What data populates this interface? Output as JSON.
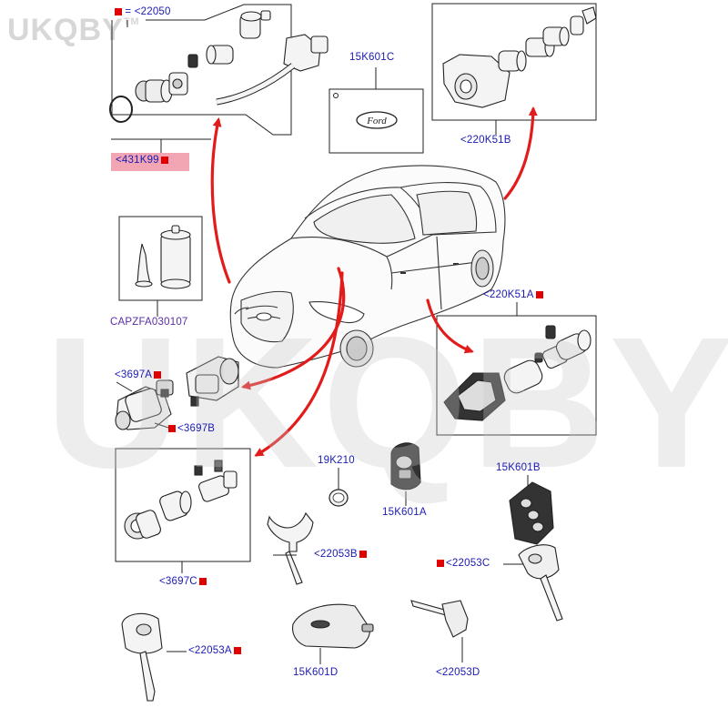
{
  "watermark": {
    "brand": "UKQBY",
    "tm": "TM"
  },
  "ford_logo_text": "Ford",
  "labels": {
    "p22050": "<22050",
    "p431K99": "<431K99",
    "p15K601C": "15K601C",
    "p220K51B": "<220K51B",
    "pCAPZFA": "CAPZFA030107",
    "p220K51A": "<220K51A",
    "p3697A": "<3697A",
    "p3697B": "<3697B",
    "p19K210": "19K210",
    "p15K601A": "15K601A",
    "p15K601B": "15K601B",
    "p3697C": "<3697C",
    "p22053B": "<22053B",
    "p22053C": "<22053C",
    "p22053A": "<22053A",
    "p15K601D": "15K601D",
    "p22053D": "<22053D"
  },
  "colors": {
    "label_blue": "#1a1ab4",
    "label_purple": "#5a2ca8",
    "marker_red": "#e00000",
    "arrow_red": "#e21b1b",
    "highlight_pink": "#f2a6b4"
  }
}
